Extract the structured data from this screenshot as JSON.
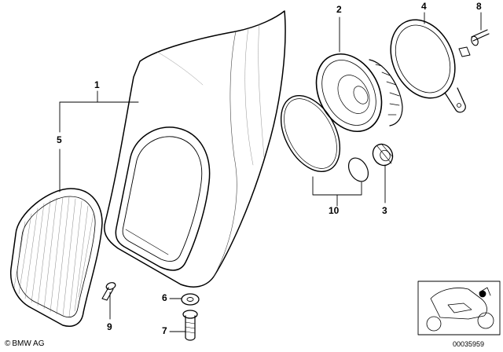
{
  "callouts": {
    "c1": "1",
    "c2": "2",
    "c3": "3",
    "c4": "4",
    "c5": "5",
    "c6": "6",
    "c7": "7",
    "c8": "8",
    "c9": "9",
    "c10": "10"
  },
  "footer": {
    "copyright_icon": "copyright-icon",
    "copyright_symbol": "©",
    "brand": "BMW AG",
    "diagram_number": "00035959"
  }
}
